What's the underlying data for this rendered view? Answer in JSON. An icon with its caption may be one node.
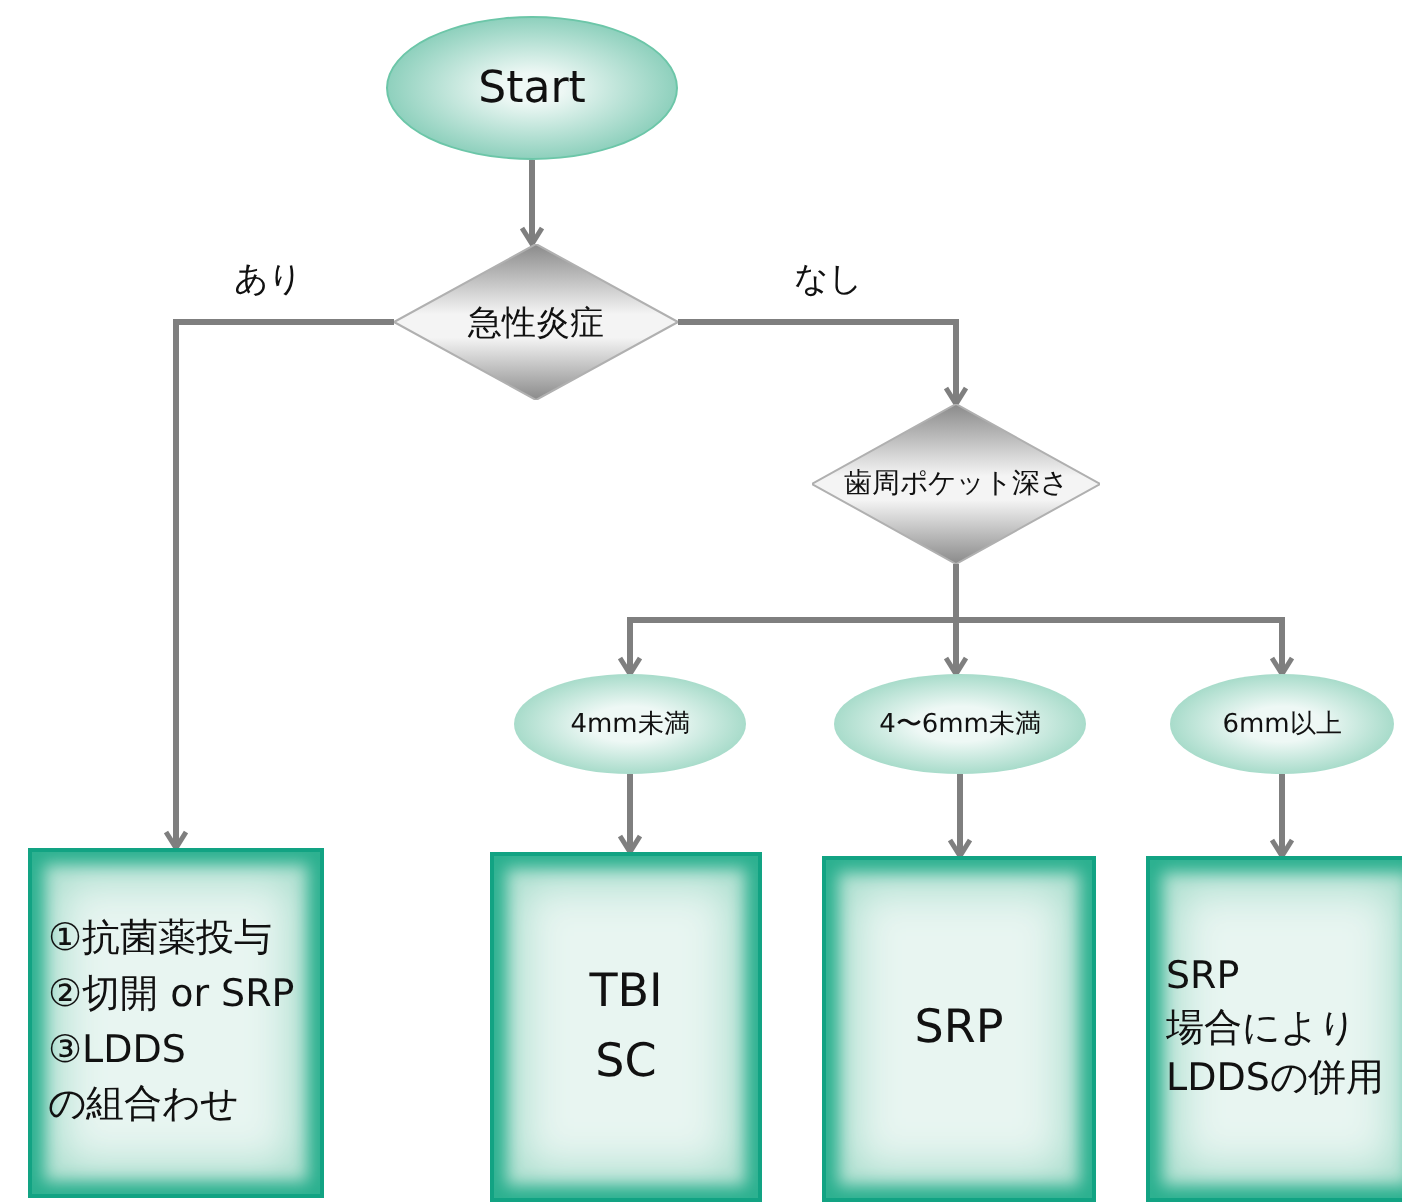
{
  "diagram": {
    "nodes": [
      {
        "text": [
          "Start"
        ]
      },
      {
        "text": [
          "急性炎症"
        ]
      },
      {
        "text": [
          "歯周ポケット深さ"
        ]
      },
      {
        "text": [
          "4mm未満"
        ]
      },
      {
        "text": [
          "4〜6mm未満"
        ]
      },
      {
        "text": [
          "6mm以上"
        ]
      },
      {
        "text": [
          "①抗菌薬投与",
          "②切開 or SRP",
          "③LDDS",
          "の組合わせ"
        ]
      },
      {
        "text": [
          "TBI",
          "SC"
        ]
      },
      {
        "text": [
          "SRP"
        ]
      },
      {
        "text": [
          "SRP",
          "場合により",
          "LDDSの併用"
        ]
      }
    ],
    "edges": [
      {
        "from": 0,
        "to": 1,
        "arrow": "to"
      },
      {
        "from": 1,
        "to": 6,
        "arrow": "to",
        "label": "あり"
      },
      {
        "from": 1,
        "to": 2,
        "arrow": "to",
        "label": "なし"
      },
      {
        "from": 2,
        "to": 3,
        "arrow": "to"
      },
      {
        "from": 2,
        "to": 4,
        "arrow": "to"
      },
      {
        "from": 2,
        "to": 5,
        "arrow": "to"
      },
      {
        "from": 3,
        "to": 7,
        "arrow": "to"
      },
      {
        "from": 4,
        "to": 8,
        "arrow": "to"
      },
      {
        "from": 5,
        "to": 9,
        "arrow": "to"
      }
    ]
  }
}
